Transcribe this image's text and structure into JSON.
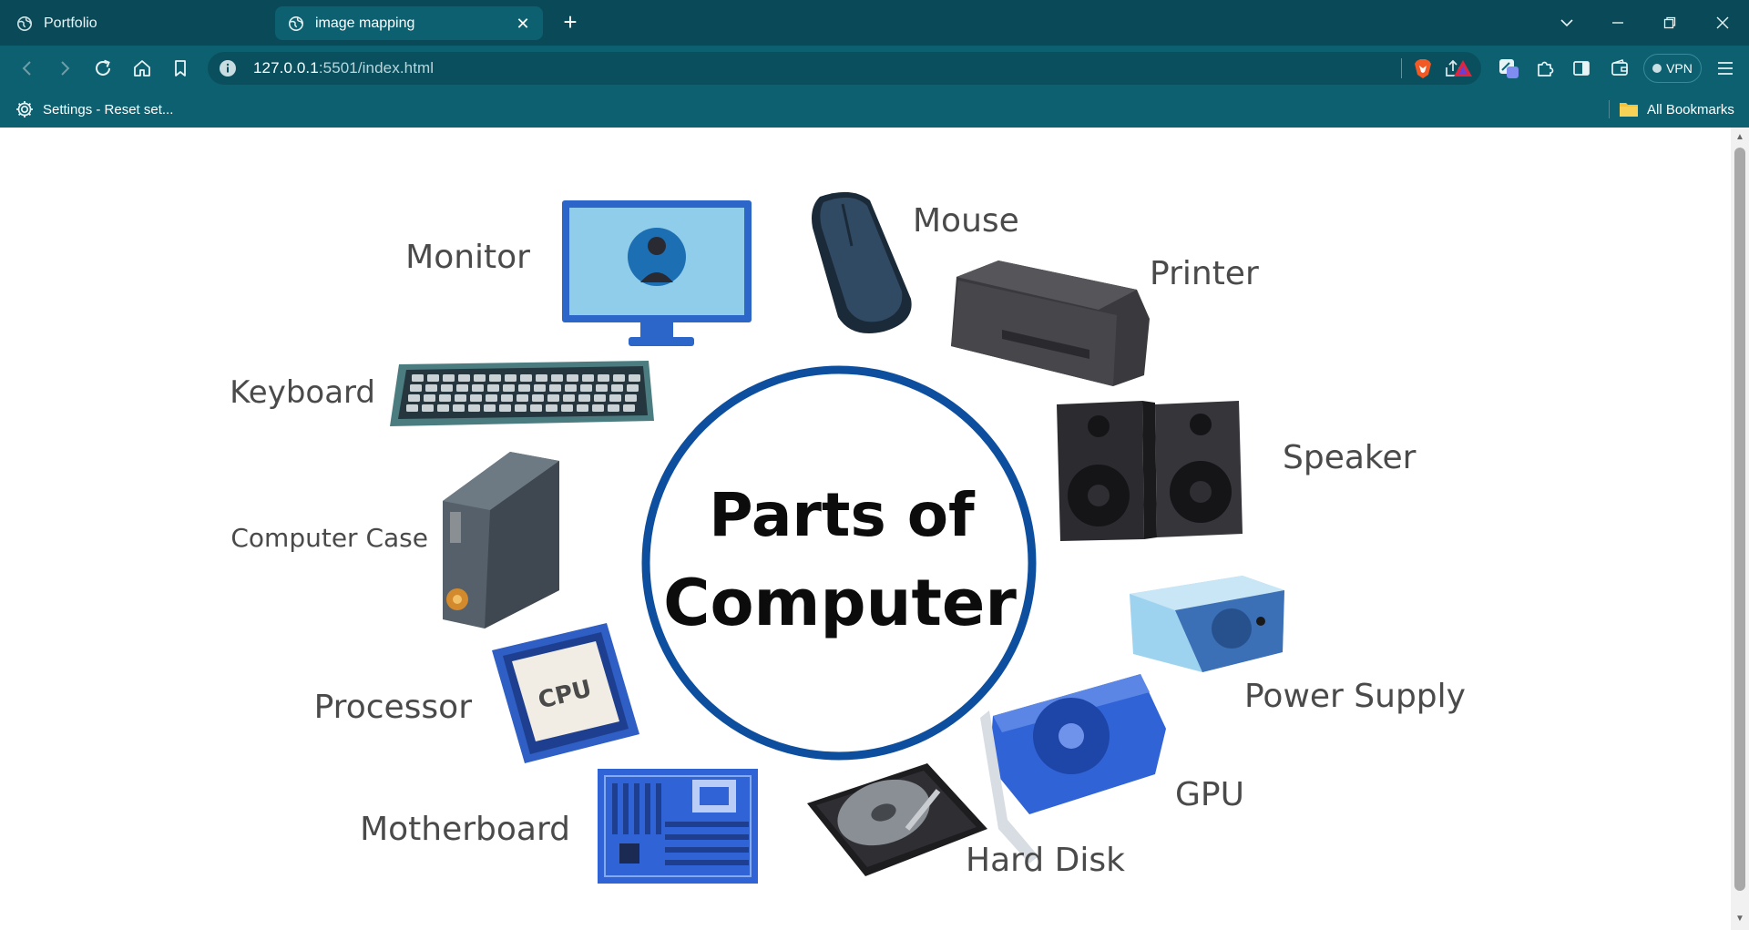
{
  "tabs": [
    {
      "title": "Portfolio",
      "active": false
    },
    {
      "title": "image mapping",
      "active": true
    }
  ],
  "toolbar": {
    "url_host": "127.0.0.1",
    "url_rest": ":5501/index.html",
    "vpn_label": "VPN"
  },
  "bookmarks": {
    "settings_label": "Settings - Reset set...",
    "all_label": "All Bookmarks"
  },
  "diagram": {
    "title_line1": "Parts of",
    "title_line2": "Computer",
    "labels": {
      "monitor": "Monitor",
      "mouse": "Mouse",
      "printer": "Printer",
      "keyboard": "Keyboard",
      "speaker": "Speaker",
      "computer_case": "Computer Case",
      "power_supply": "Power Supply",
      "processor": "Processor",
      "gpu": "GPU",
      "motherboard": "Motherboard",
      "hard_disk": "Hard Disk",
      "cpu_chip_text": "CPU"
    }
  },
  "colors": {
    "tab_strip": "#0a4a58",
    "toolbar": "#0c6070",
    "circle_ring": "#0d4f9e",
    "device_blue": "#2f63d6"
  }
}
